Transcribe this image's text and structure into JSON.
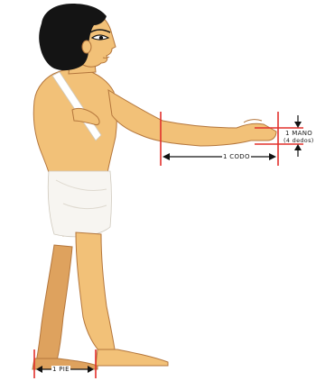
{
  "labels": {
    "codo": "1 CODO",
    "mano": "1 MANO",
    "mano_sub": "(4 dedos)",
    "pie": "1 PIE"
  },
  "colors": {
    "skin": "#f2c178",
    "skin_shadow": "#dea25e",
    "outline": "#b4763c",
    "hair": "#141414",
    "kilt": "#f7f5f1",
    "measure_red": "#e2302b",
    "measure_black": "#111111"
  }
}
